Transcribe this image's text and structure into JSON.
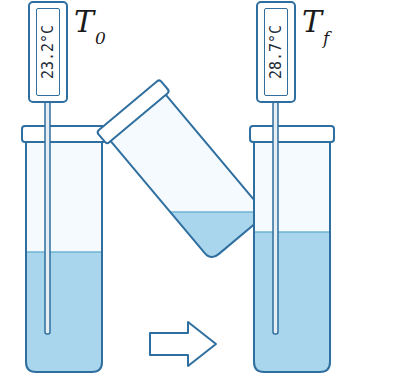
{
  "diagram": {
    "nodes": [
      {
        "text": [
          "23.2°C"
        ]
      },
      {
        "text": [
          "28.7°C"
        ]
      }
    ],
    "labels": [
      "T",
      "0",
      "T",
      "f"
    ]
  }
}
